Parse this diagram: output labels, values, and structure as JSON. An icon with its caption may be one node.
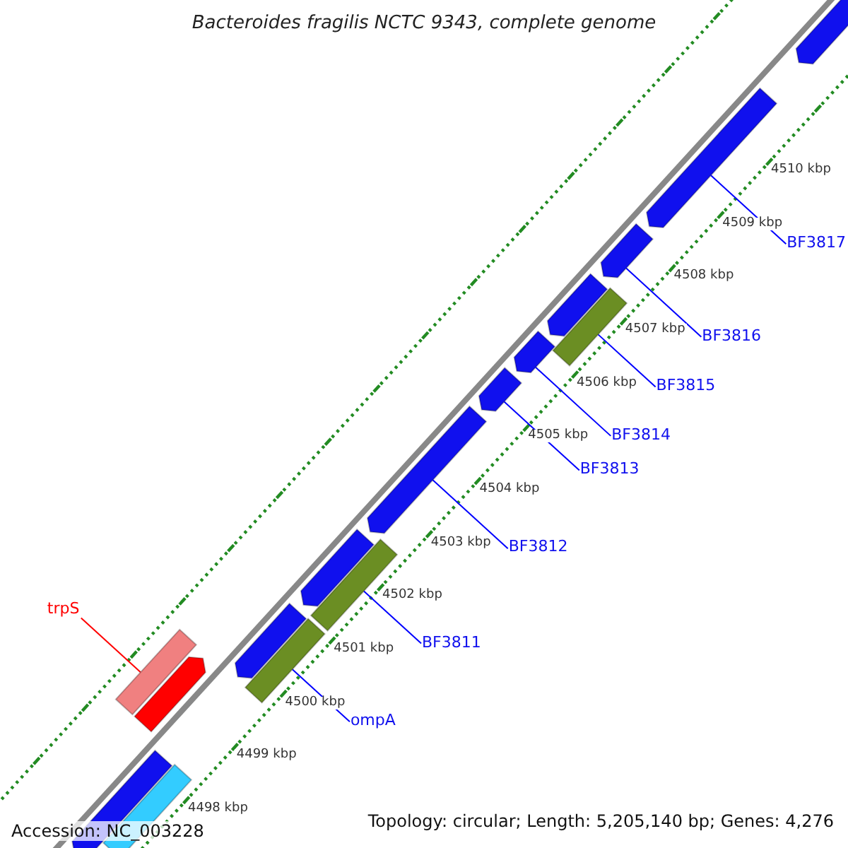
{
  "diagram": {
    "title": "Bacteroides fragilis NCTC 9343, complete genome",
    "nodes": [
      {
        "text": [
          "trpS"
        ]
      },
      {
        "text": [
          "ompA"
        ]
      },
      {
        "text": [
          "BF3811"
        ]
      },
      {
        "text": [
          "BF3812"
        ]
      },
      {
        "text": [
          "BF3813"
        ]
      },
      {
        "text": [
          "BF3814"
        ]
      },
      {
        "text": [
          "BF3815"
        ]
      },
      {
        "text": [
          "BF3816"
        ]
      },
      {
        "text": [
          "BF3817"
        ]
      },
      {
        "text": [],
        "shape": "bar"
      },
      {
        "text": [],
        "shape": "bar"
      },
      {
        "text": [],
        "shape": "bar"
      },
      {
        "text": [],
        "shape": "bar"
      },
      {
        "text": [],
        "shape": "bar"
      },
      {
        "text": [],
        "shape": "bar"
      },
      {
        "text": [],
        "shape": "bar"
      },
      {
        "text": [],
        "shape": "bar"
      },
      {
        "text": [],
        "shape": "bar"
      }
    ],
    "edges": [
      {
        "from": 0,
        "to": 9,
        "arrow": "none",
        "color": "#ff0000"
      },
      {
        "from": 1,
        "to": 10,
        "arrow": "none"
      },
      {
        "from": 2,
        "to": 11,
        "arrow": "none"
      },
      {
        "from": 3,
        "to": 12,
        "arrow": "none"
      },
      {
        "from": 4,
        "to": 13,
        "arrow": "none"
      },
      {
        "from": 5,
        "to": 14,
        "arrow": "none"
      },
      {
        "from": 6,
        "to": 15,
        "arrow": "none"
      },
      {
        "from": 7,
        "to": 16,
        "arrow": "none"
      },
      {
        "from": 8,
        "to": 17,
        "arrow": "none"
      }
    ],
    "labels": [
      "4510 kbp",
      "4509 kbp",
      "4508 kbp",
      "4507 kbp",
      "4506 kbp",
      "4505 kbp",
      "4504 kbp",
      "4503 kbp",
      "4502 kbp",
      "4501 kbp",
      "4500 kbp",
      "4499 kbp",
      "4498 kbp",
      "Accession: NC_003228",
      "Topology: circular; Length: 5,205,140 bp; Genes: 4,276"
    ]
  }
}
